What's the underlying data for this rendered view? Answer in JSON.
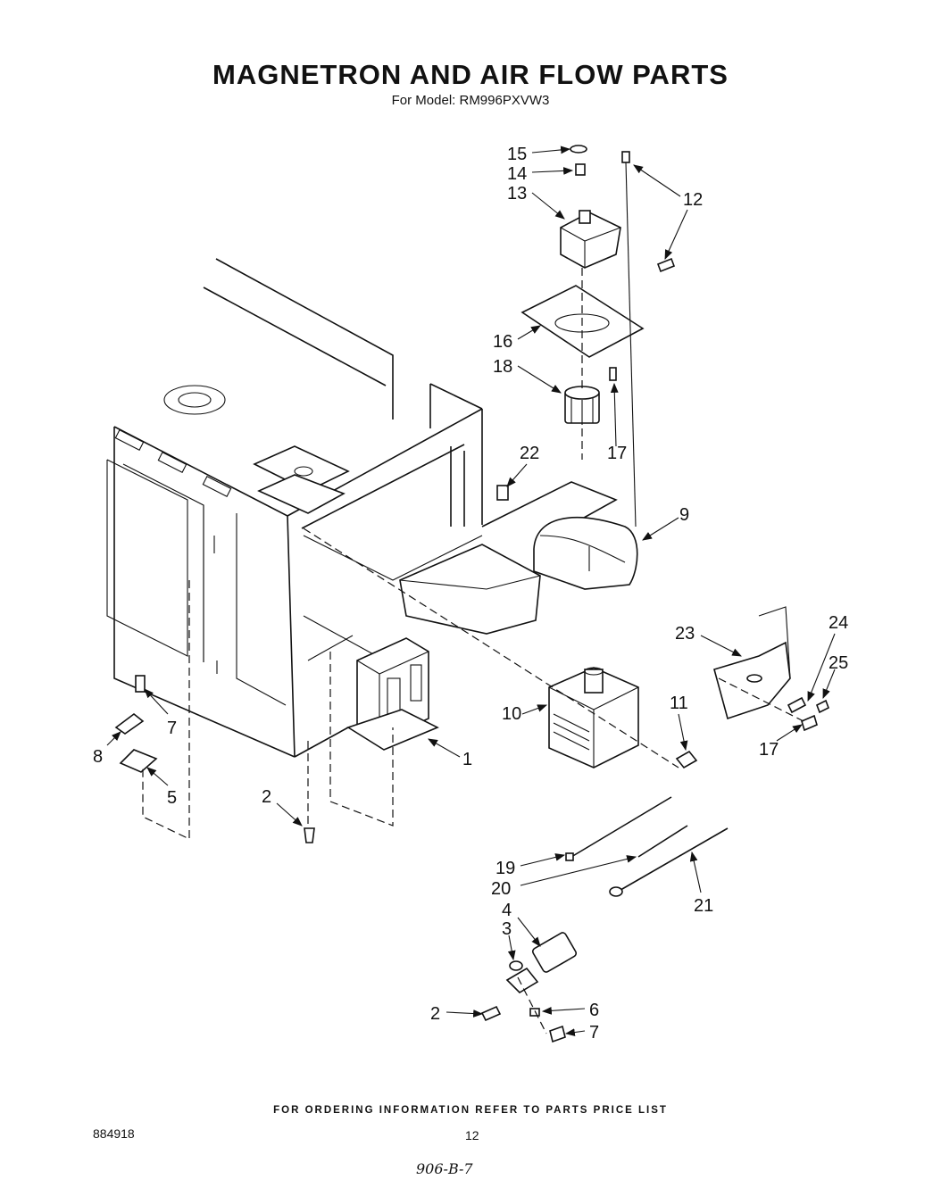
{
  "header": {
    "title": "MAGNETRON AND AIR FLOW PARTS",
    "subtitle": "For Model: RM996PXVW3"
  },
  "footer": {
    "ordering_note": "FOR ORDERING INFORMATION REFER TO PARTS PRICE LIST",
    "document_number": "884918",
    "page_number": "12",
    "handwritten_note": "906-B-7"
  },
  "callouts": {
    "c15": "15",
    "c14": "14",
    "c13": "13",
    "c12": "12",
    "c16": "16",
    "c18": "18",
    "c17a": "17",
    "c22": "22",
    "c9": "9",
    "c23": "23",
    "c24": "24",
    "c25": "25",
    "c10": "10",
    "c11": "11",
    "c17b": "17",
    "c7a": "7",
    "c8": "8",
    "c5": "5",
    "c1": "1",
    "c2a": "2",
    "c19": "19",
    "c20": "20",
    "c21": "21",
    "c4": "4",
    "c3": "3",
    "c2b": "2",
    "c6": "6",
    "c7b": "7"
  }
}
